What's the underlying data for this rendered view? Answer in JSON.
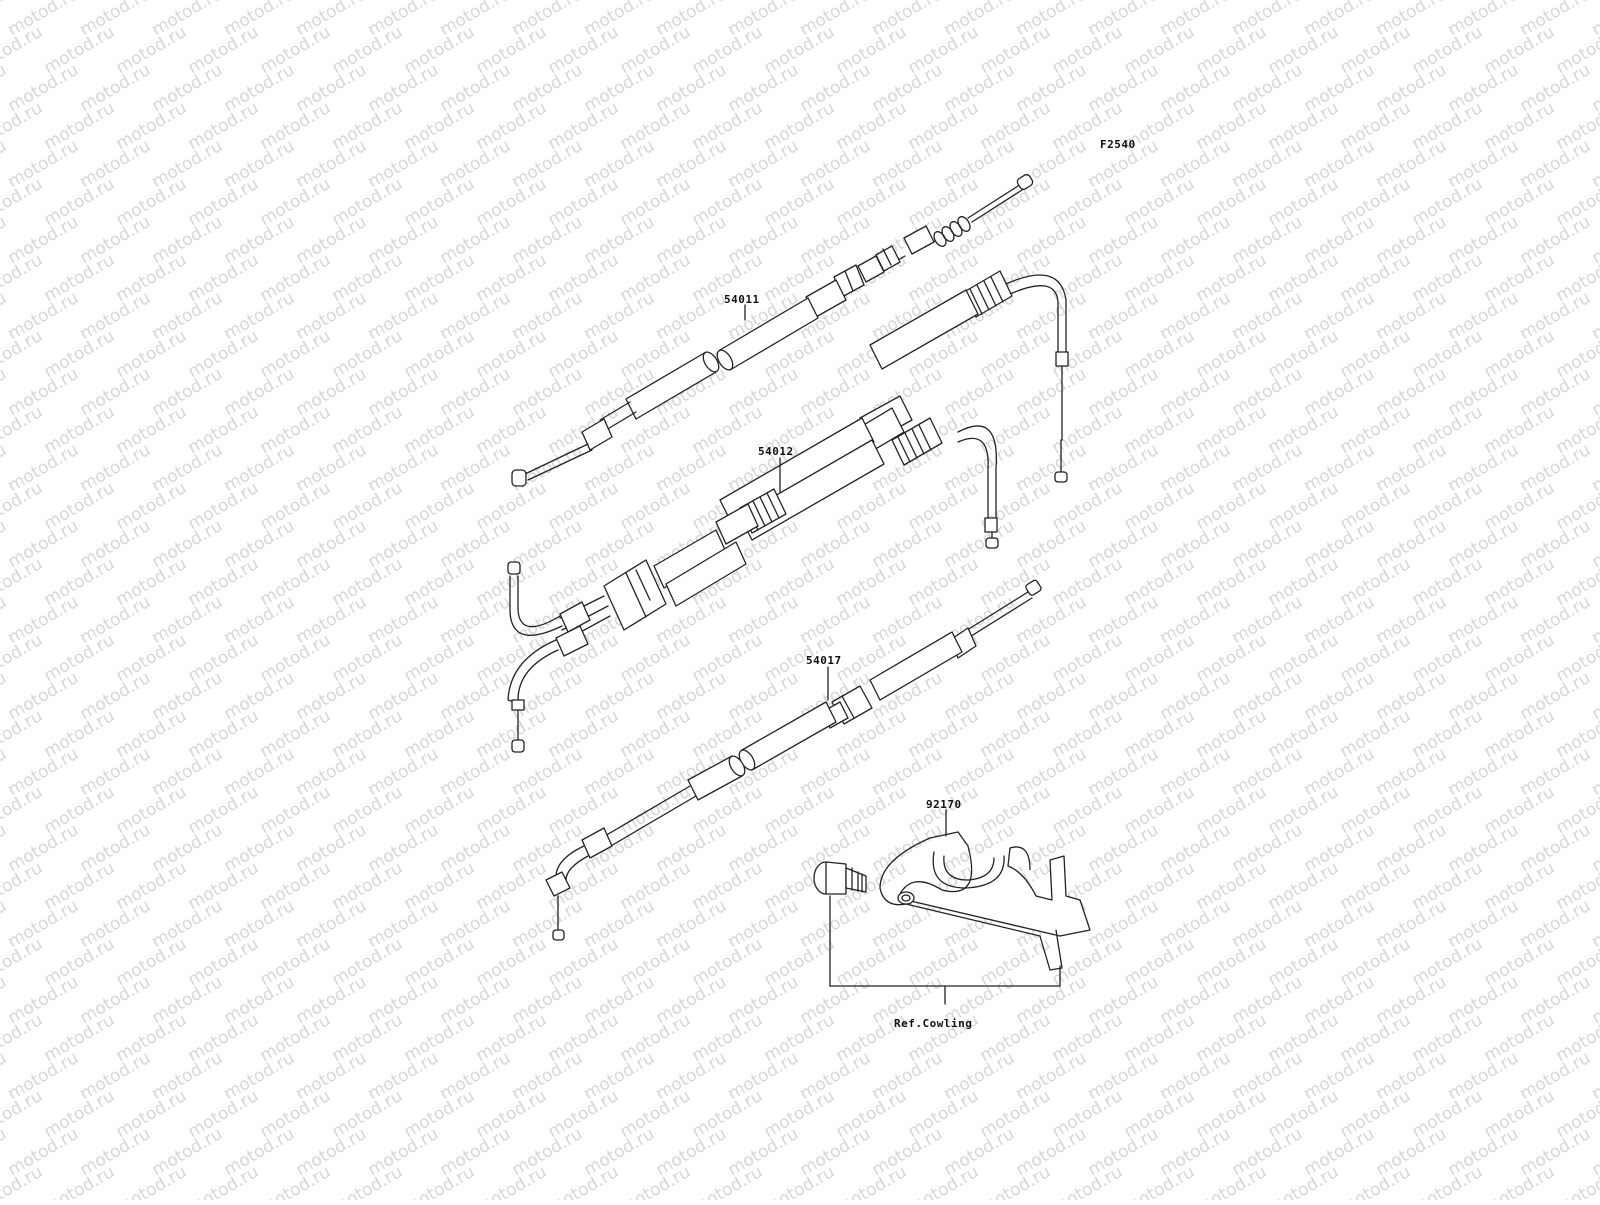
{
  "diagram": {
    "code": "F2540",
    "watermark_text": "motod.ru",
    "parts": [
      {
        "id": "cable-54011",
        "number": "54011"
      },
      {
        "id": "cable-54012",
        "number": "54012"
      },
      {
        "id": "cable-54017",
        "number": "54017"
      },
      {
        "id": "bracket-92170",
        "number": "92170"
      }
    ],
    "reference_note": "Ref.Cowling"
  },
  "colors": {
    "line": "#222222",
    "watermark": "#d6d6d6",
    "background": "#ffffff"
  }
}
